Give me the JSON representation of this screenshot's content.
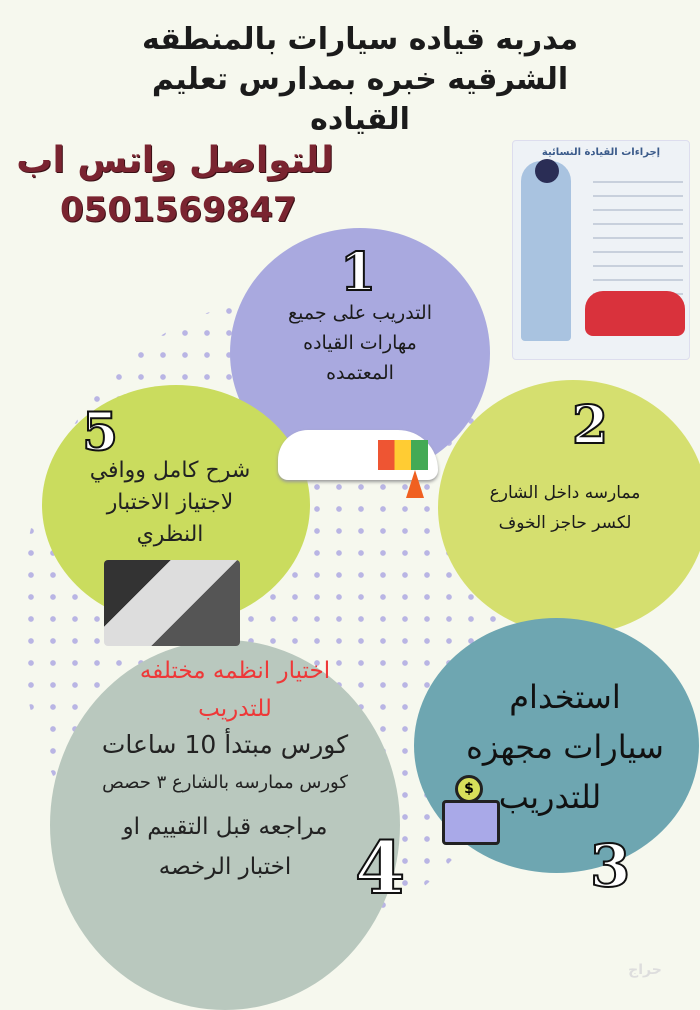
{
  "title": [
    "مدربه قياده سيارات بالمنطقه",
    "الشرقيه خبره بمدارس تعليم",
    "القياده"
  ],
  "contact": {
    "label": "للتواصل واتس اب",
    "phone": "0501569847"
  },
  "infographic_title": "إجراءات القيادة النسائية",
  "steps": [
    {
      "number": "1",
      "lines": [
        "التدريب على جميع",
        "مهارات القياده",
        "المعتمده"
      ],
      "color": "#a9a9df"
    },
    {
      "number": "2",
      "lines": [
        "ممارسه داخل الشارع",
        "لكسر حاجز الخوف"
      ],
      "color": "#d5df6f"
    },
    {
      "number": "3",
      "lines": [
        "استخدام",
        "سيارات مجهزه",
        "للتدريب"
      ],
      "color": "#6ea6b1"
    },
    {
      "number": "4",
      "red_lines": [
        "اختيار انظمه مختلفه",
        "للتدريب"
      ],
      "lines": [
        "كورس مبتدأ 10 ساعات",
        "كورس ممارسه بالشارع ٣ حصص",
        "مراجعه قبل التقييم او",
        "اختبار الرخصه"
      ],
      "color": "#b9c8be"
    },
    {
      "number": "5",
      "lines": [
        "شرح كامل ووافي",
        "لاجتياز الاختبار",
        "النظري"
      ],
      "color": "#cadc5e"
    }
  ],
  "watermark": "حراج"
}
